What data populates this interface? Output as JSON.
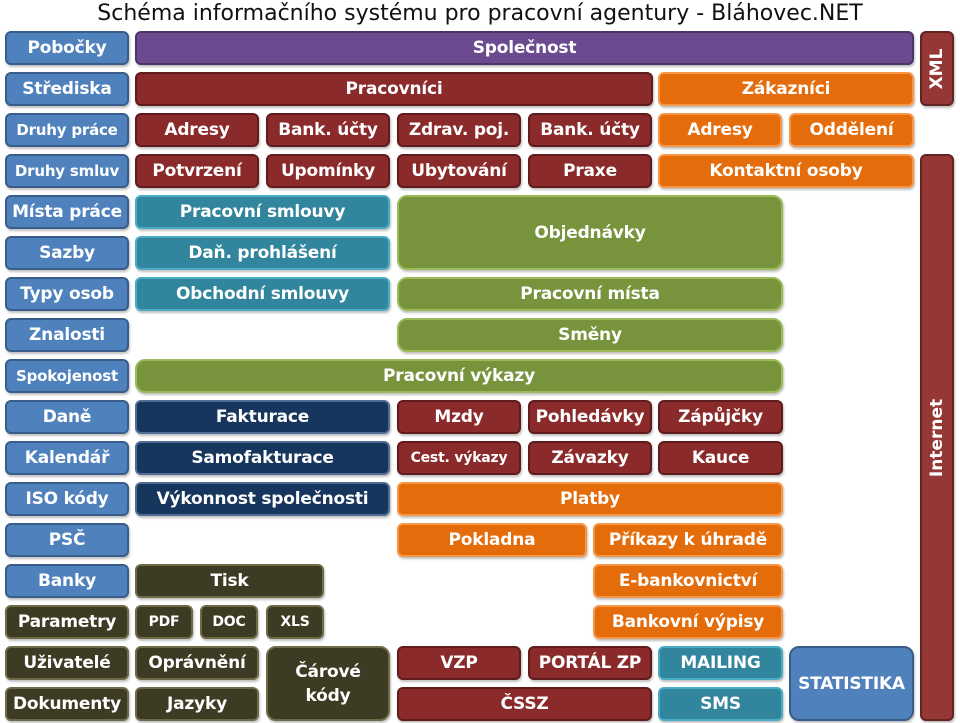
{
  "title": "Schéma informačního systému pro pracovní agentury - Bláhovec.NET",
  "left_column": [
    "Pobočky",
    "Střediska",
    "Druhy práce",
    "Druhy smluv",
    "Místa práce",
    "Sazby",
    "Typy osob",
    "Znalosti",
    "Spokojenost",
    "Daně",
    "Kalendář",
    "ISO kódy",
    "PSČ",
    "Banky",
    "Parametry",
    "Uživatelé",
    "Dokumenty"
  ],
  "company": {
    "spolecnost": "Společnost",
    "pracovnici": "Pracovníci",
    "zakaznici": "Zákazníci",
    "adresy_1": "Adresy",
    "bank_ucty_1": "Bank. účty",
    "zdrav_poj": "Zdrav. poj.",
    "bank_ucty_2": "Bank. účty",
    "adresy_2": "Adresy",
    "oddeleni": "Oddělení",
    "potvrzeni": "Potvrzení",
    "upominky": "Upomínky",
    "ubytovani": "Ubytování",
    "praxe": "Praxe",
    "kontaktni_osoby": "Kontaktní osoby"
  },
  "contracts": {
    "pracovni_smlouvy": "Pracovní smlouvy",
    "dan_prohlaseni": "Daň. prohlášení",
    "obchodni_smlouvy": "Obchodní smlouvy"
  },
  "orders": {
    "objednavky": "Objednávky",
    "pracovni_mista": "Pracovní místa",
    "smeny": "Směny",
    "pracovni_vykazy": "Pracovní výkazy"
  },
  "finance": {
    "fakturace": "Fakturace",
    "samofakturace": "Samofakturace",
    "vykonnost": "Výkonnost společnosti",
    "mzdy": "Mzdy",
    "pohledavky": "Pohledávky",
    "zapujcky": "Zápůjčky",
    "cest_vykazy": "Cest. výkazy",
    "zavazky": "Závazky",
    "kauce": "Kauce",
    "platby": "Platby",
    "pokladna": "Pokladna",
    "prikazy": "Příkazy k úhradě",
    "e_bankovnictvi": "E-bankovnictví",
    "bankovni_vypisy": "Bankovní výpisy"
  },
  "tools": {
    "tisk": "Tisk",
    "pdf": "PDF",
    "doc": "DOC",
    "xls": "XLS",
    "opravneni": "Oprávnění",
    "jazyky": "Jazyky",
    "carove_kody": "Čárové\nkódy"
  },
  "export": {
    "vzp": "VZP",
    "portal_zp": "PORTÁL ZP",
    "mailing": "MAILING",
    "cssz": "ČSSZ",
    "sms": "SMS",
    "statistika": "STATISTIKA"
  },
  "right_bars": {
    "xml": "XML",
    "internet": "Internet"
  },
  "colors": {
    "blue": "#4f81bd",
    "purple": "#6b4a8f",
    "dark_red": "#8b2a2a",
    "orange": "#e46c0a",
    "teal": "#31859c",
    "green": "#77933c",
    "navy": "#17365d",
    "olive": "#3d3b24",
    "right_bar": "#953735"
  }
}
